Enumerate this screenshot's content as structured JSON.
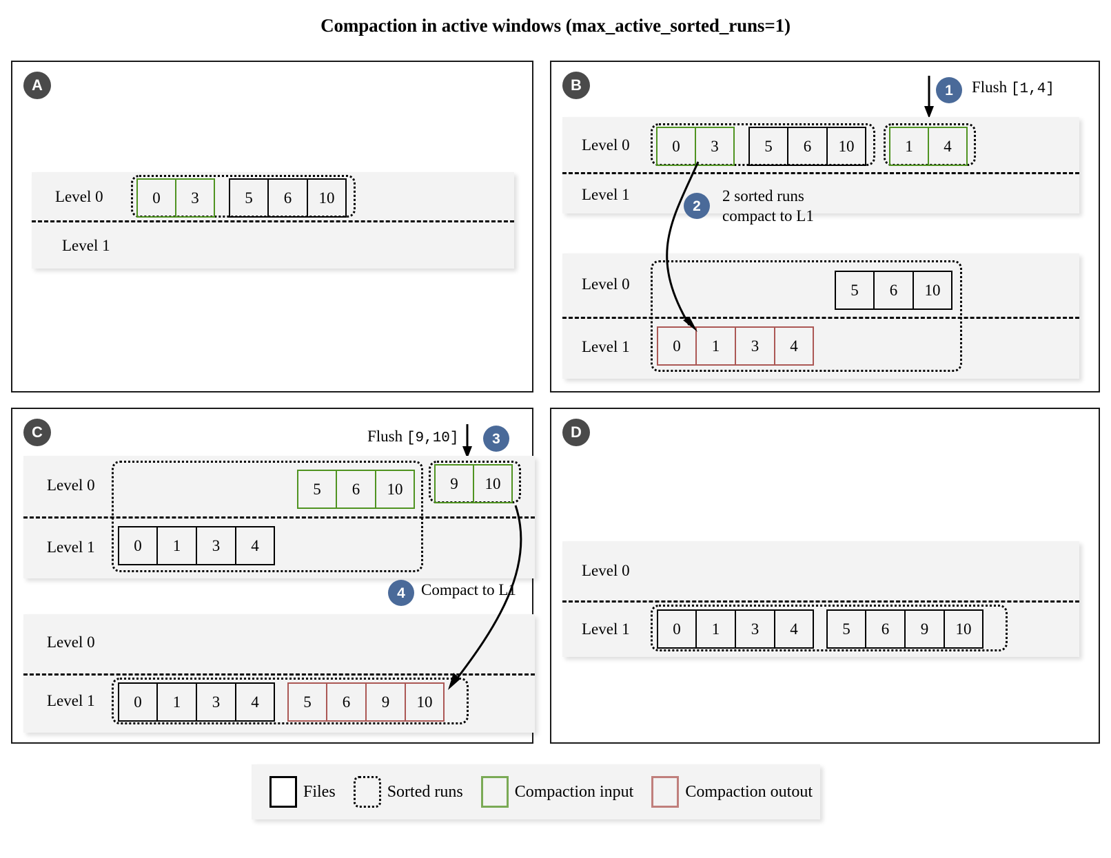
{
  "title": "Compaction in active windows (max_active_sorted_runs=1)",
  "colors": {
    "compaction_input": "#4f9320",
    "compaction_output": "#ab5754",
    "files": "#000000",
    "step_badge": "#4a6a99",
    "panel_badge": "#4a4a4a",
    "band_background": "#f3f3f3"
  },
  "panels": {
    "a": {
      "badge": "A",
      "trees": [
        {
          "levels": [
            {
              "label": "Level 0",
              "runs": [
                {
                  "groups": [
                    {
                      "style": "green",
                      "cells": [
                        "0",
                        "3"
                      ]
                    },
                    {
                      "style": "black",
                      "cells": [
                        "5",
                        "6",
                        "10"
                      ]
                    }
                  ]
                }
              ]
            },
            {
              "label": "Level 1",
              "runs": []
            }
          ]
        }
      ]
    },
    "b": {
      "badge": "B",
      "annotations": {
        "step1": "1",
        "flush_label": "Flush",
        "flush_range": "[1,4]",
        "step2": "2",
        "compact_line1": "2 sorted runs",
        "compact_line2": "compact to L1"
      },
      "trees": [
        {
          "levels": [
            {
              "label": "Level 0",
              "runs": [
                {
                  "groups": [
                    {
                      "style": "green",
                      "cells": [
                        "0",
                        "3"
                      ]
                    },
                    {
                      "style": "black",
                      "cells": [
                        "5",
                        "6",
                        "10"
                      ]
                    }
                  ]
                },
                {
                  "groups": [
                    {
                      "style": "green",
                      "cells": [
                        "1",
                        "4"
                      ]
                    }
                  ]
                }
              ]
            },
            {
              "label": "Level 1",
              "runs": []
            }
          ]
        },
        {
          "levels": [
            {
              "label": "Level 0",
              "runs": [
                {
                  "groups": [
                    {
                      "style": "black",
                      "cells": [
                        "5",
                        "6",
                        "10"
                      ]
                    }
                  ]
                }
              ]
            },
            {
              "label": "Level 1",
              "runs": [
                {
                  "groups": [
                    {
                      "style": "red",
                      "cells": [
                        "0",
                        "1",
                        "3",
                        "4"
                      ]
                    }
                  ]
                }
              ]
            }
          ]
        }
      ]
    },
    "c": {
      "badge": "C",
      "annotations": {
        "step3": "3",
        "flush_label": "Flush",
        "flush_range": "[9,10]",
        "step4": "4",
        "compact_label": "Compact to L1"
      },
      "trees": [
        {
          "levels": [
            {
              "label": "Level 0",
              "runs": [
                {
                  "groups": [
                    {
                      "style": "green",
                      "cells": [
                        "5",
                        "6",
                        "10"
                      ]
                    }
                  ]
                },
                {
                  "groups": [
                    {
                      "style": "green",
                      "cells": [
                        "9",
                        "10"
                      ]
                    }
                  ]
                }
              ]
            },
            {
              "label": "Level 1",
              "runs": [
                {
                  "groups": [
                    {
                      "style": "black",
                      "cells": [
                        "0",
                        "1",
                        "3",
                        "4"
                      ]
                    }
                  ]
                }
              ]
            }
          ]
        },
        {
          "levels": [
            {
              "label": "Level 0",
              "runs": []
            },
            {
              "label": "Level 1",
              "runs": [
                {
                  "groups": [
                    {
                      "style": "black",
                      "cells": [
                        "0",
                        "1",
                        "3",
                        "4"
                      ]
                    },
                    {
                      "style": "red",
                      "cells": [
                        "5",
                        "6",
                        "9",
                        "10"
                      ]
                    }
                  ]
                }
              ]
            }
          ]
        }
      ]
    },
    "d": {
      "badge": "D",
      "trees": [
        {
          "levels": [
            {
              "label": "Level 0",
              "runs": []
            },
            {
              "label": "Level 1",
              "runs": [
                {
                  "groups": [
                    {
                      "style": "black",
                      "cells": [
                        "0",
                        "1",
                        "3",
                        "4"
                      ]
                    },
                    {
                      "style": "black",
                      "cells": [
                        "5",
                        "6",
                        "9",
                        "10"
                      ]
                    }
                  ]
                }
              ]
            }
          ]
        }
      ]
    }
  },
  "legend": {
    "items": [
      {
        "swatch": "files-swatch",
        "label": "Files"
      },
      {
        "swatch": "runs-swatch",
        "label": "Sorted runs"
      },
      {
        "swatch": "input-swatch",
        "label": "Compaction input"
      },
      {
        "swatch": "output-swatch",
        "label": "Compaction outout"
      }
    ]
  }
}
